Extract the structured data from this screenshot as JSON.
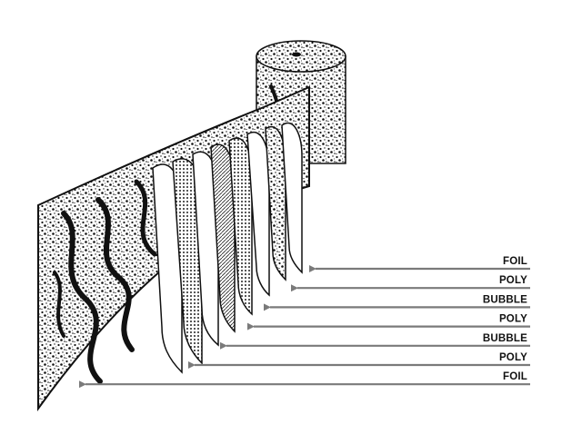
{
  "diagram": {
    "colors": {
      "ink": "#111111",
      "arrow": "#7a7a7a",
      "paper": "#ffffff"
    },
    "layers": [
      {
        "label": "FOIL"
      },
      {
        "label": "POLY"
      },
      {
        "label": "BUBBLE"
      },
      {
        "label": "POLY"
      },
      {
        "label": "BUBBLE"
      },
      {
        "label": "POLY"
      },
      {
        "label": "FOIL"
      }
    ]
  }
}
